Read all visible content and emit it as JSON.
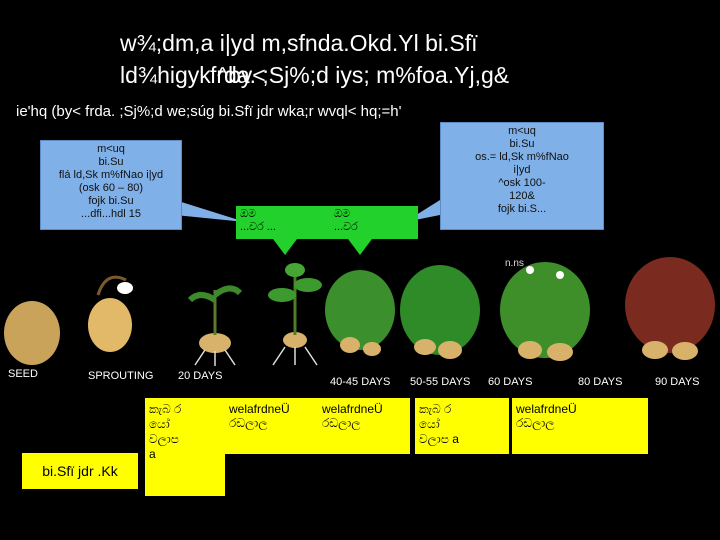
{
  "title_line1": "w¾;dm,a i|yd m,sfnda.Okd.Yl bi.Sfï",
  "title_line2_a": "ld¾higyk ^by<",
  "title_line2_b": "frda. ;Sj%;d iys; m%foa.Yj,g&",
  "subtitle": "ie'hq (by< frda. ;Sj%;d we;súg bi.Sfï jdr wka;r wvql< hq;=h'",
  "callout_left": [
    "m<uq",
    "bi.Su",
    "flá ld,Sk m%fNao i|yd",
    "(osk 60 – 80)",
    "fojk bi.Su",
    "...dfi...hdl 15"
  ],
  "callout_right": [
    "m<uq",
    "bi.Su",
    "os.= ld,Sk m%fNao",
    "i|yd",
    "^osk 100-",
    "120&",
    "fojk bi.S..."
  ],
  "green_left": [
    "ඔම",
    "...වර ..."
  ],
  "green_right": [
    "ඔම",
    "...වර"
  ],
  "plant_tag": "n.ns",
  "stages": [
    "SEED",
    "SPROUTING",
    "20 DAYS",
    "40-45 DAYS",
    "50-55 DAYS",
    "60 DAYS",
    "80 DAYS",
    "90 DAYS"
  ],
  "yellow_boxes": [
    [
      "කැබ  ර",
      "යෝ",
      "වලාප",
      "a"
    ],
    [
      "welafrdneÜ",
      "රඩලාල"
    ],
    [
      "welafrdneÜ",
      "රඩලාල"
    ],
    [
      "කැබ  ර",
      "යෝ",
      "වලාප  a"
    ],
    [
      "welafrdneÜ",
      "රඩලාල"
    ]
  ],
  "bottom_label": "bi.Sfï jdr .Kk",
  "colors": {
    "background": "#000000",
    "callout": "#7fb0e8",
    "green": "#22d12b",
    "yellow": "#ffff00"
  }
}
